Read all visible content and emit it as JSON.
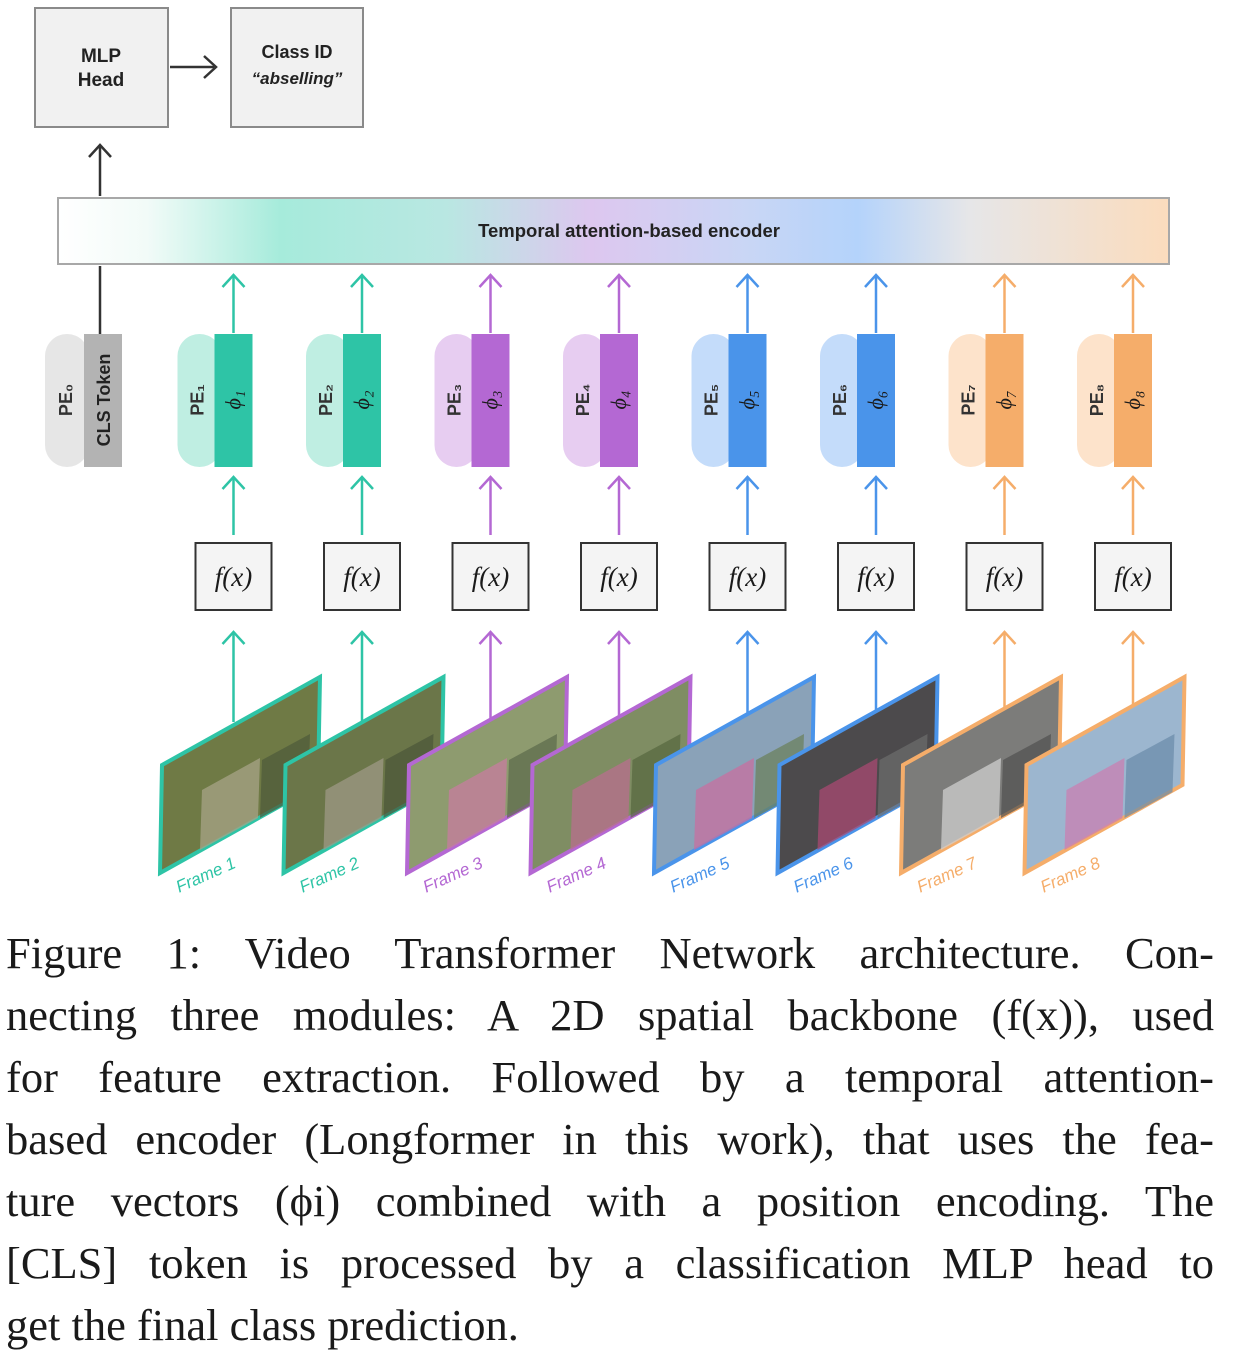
{
  "diagram": {
    "mlp_head": {
      "line1": "MLP",
      "line2": "Head"
    },
    "class_id": {
      "line1": "Class ID",
      "line2": "“abselling”"
    },
    "encoder_label": "Temporal attention-based encoder",
    "cls": {
      "pe": "PE₀",
      "token": "CLS Token"
    },
    "feature_fn": "f(x)",
    "columns": [
      {
        "pe": "PE₁",
        "phi": "ϕ₁",
        "frame": "Frame 1",
        "color": "#2ec4a6",
        "light": "#bfeee2"
      },
      {
        "pe": "PE₂",
        "phi": "ϕ₂",
        "frame": "Frame 2",
        "color": "#2ec4a6",
        "light": "#bfeee2"
      },
      {
        "pe": "PE₃",
        "phi": "ϕ₃",
        "frame": "Frame 3",
        "color": "#b468d3",
        "light": "#e7cdf1"
      },
      {
        "pe": "PE₄",
        "phi": "ϕ₄",
        "frame": "Frame 4",
        "color": "#b468d3",
        "light": "#e7cdf1"
      },
      {
        "pe": "PE₅",
        "phi": "ϕ₅",
        "frame": "Frame 5",
        "color": "#4a94ea",
        "light": "#c4dcfa"
      },
      {
        "pe": "PE₆",
        "phi": "ϕ₆",
        "frame": "Frame 6",
        "color": "#4a94ea",
        "light": "#c4dcfa"
      },
      {
        "pe": "PE₇",
        "phi": "ϕ₇",
        "frame": "Frame 7",
        "color": "#f5ad6a",
        "light": "#fde3cb"
      },
      {
        "pe": "PE₈",
        "phi": "ϕ₈",
        "frame": "Frame 8",
        "color": "#f5ad6a",
        "light": "#fde3cb"
      }
    ]
  },
  "caption": {
    "lines": [
      "Figure 1:  Video Transformer Network architecture.  Con-",
      "necting three modules: A 2D spatial backbone (f(x)), used",
      "for feature extraction.  Followed by a temporal attention-",
      "based encoder (Longformer in this work), that uses the fea-",
      "ture vectors (ϕi) combined with a position encoding.  The",
      "[CLS] token is processed by a classification MLP head to",
      "get the final class prediction."
    ]
  }
}
